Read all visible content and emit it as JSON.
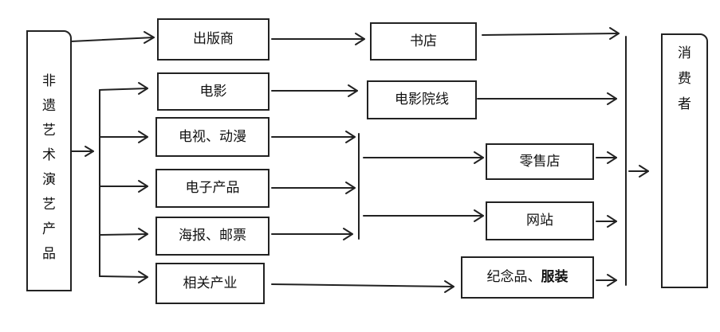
{
  "source": {
    "chars": [
      "非",
      "遗",
      "艺",
      "术",
      "演",
      "艺",
      "产",
      "品"
    ]
  },
  "consumer": {
    "chars": [
      "消",
      "费",
      "者"
    ]
  },
  "producers": {
    "publisher": "出版商",
    "film": "电影",
    "tv_anime": "电视、动漫",
    "electronics": "电子产品",
    "posters_stamps": "海报、邮票",
    "related_industry": "相关产业"
  },
  "channels": {
    "bookstore": "书店",
    "cinema": "电影院线",
    "retail": "零售店",
    "website": "网站",
    "souvenirs_prefix": "纪念品、",
    "souvenirs_bold": "服装"
  }
}
